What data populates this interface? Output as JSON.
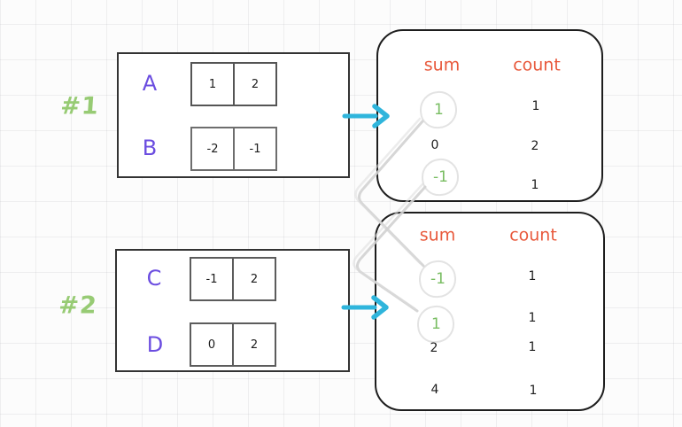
{
  "examples": [
    {
      "label": "#1",
      "arrays": [
        {
          "name": "A",
          "cells": [
            "1",
            "2"
          ]
        },
        {
          "name": "B",
          "cells": [
            "-2",
            "-1"
          ]
        }
      ]
    },
    {
      "label": "#2",
      "arrays": [
        {
          "name": "C",
          "cells": [
            "-1",
            "2"
          ]
        },
        {
          "name": "D",
          "cells": [
            "0",
            "2"
          ]
        }
      ]
    }
  ],
  "maps": [
    {
      "sum_header": "sum",
      "count_header": "count",
      "rows": [
        {
          "sum": "1",
          "count": "1",
          "highlighted": true
        },
        {
          "sum": "0",
          "count": "2",
          "highlighted": false
        },
        {
          "sum": "-1",
          "count": "1",
          "highlighted": true
        }
      ]
    },
    {
      "sum_header": "sum",
      "count_header": "count",
      "rows": [
        {
          "sum": "-1",
          "count": "1",
          "highlighted": true
        },
        {
          "sum": "1",
          "count": "1",
          "highlighted": true
        },
        {
          "sum": "2",
          "count": "1",
          "highlighted": false
        },
        {
          "sum": "4",
          "count": "1",
          "highlighted": false
        }
      ]
    }
  ],
  "icons": {
    "arrow_1": "cyan-right-arrow",
    "arrow_2": "cyan-right-arrow",
    "connector_1": "gray-elbow-connector",
    "connector_2": "gray-elbow-connector"
  },
  "colors": {
    "letter_purple": "#6b4de0",
    "sum_green": "#79bd62",
    "label_green": "#97cb74",
    "header_orange": "#e8593c",
    "arrow_cyan": "#2fb5dc",
    "connector_gray": "#d2d2d2"
  }
}
